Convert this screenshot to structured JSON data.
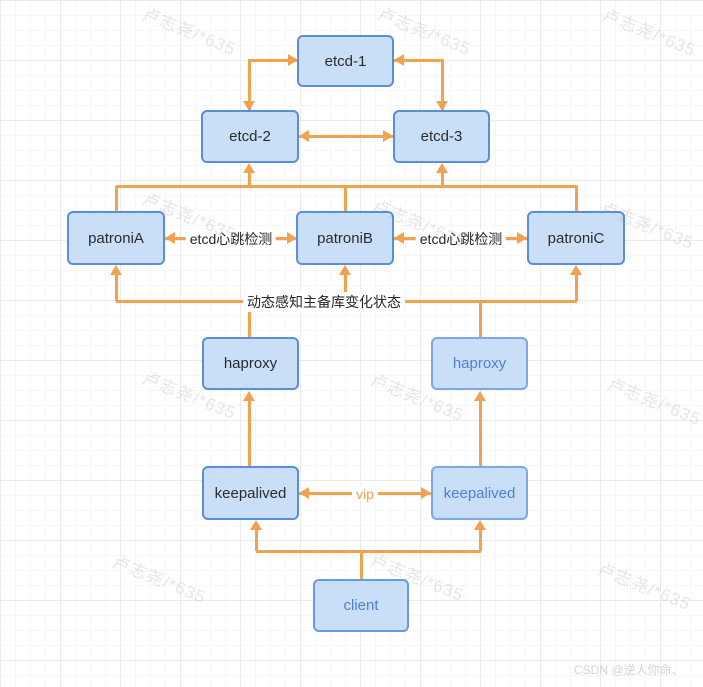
{
  "nodes": {
    "etcd1": "etcd-1",
    "etcd2": "etcd-2",
    "etcd3": "etcd-3",
    "patroniA": "patroniA",
    "patroniB": "patroniB",
    "patroniC": "patroniC",
    "haproxy_left": "haproxy",
    "haproxy_right": "haproxy",
    "keepalived_left": "keepalived",
    "keepalived_right": "keepalived",
    "client": "client"
  },
  "edge_labels": {
    "heartbeat_ab": "etcd心跳检测",
    "heartbeat_bc": "etcd心跳检测",
    "state_change": "动态感知主备库变化状态",
    "vip": "vip"
  },
  "watermark": {
    "text": "卢志尧/*635"
  },
  "credit": "CSDN @逆人你命、",
  "colors": {
    "node_fill": "#C9DFF7",
    "node_border": "#5B8ED6",
    "node_border_faded": "#7EA7E6",
    "node_text_dark": "#2B2B2B",
    "node_text_blue": "#4E80D1",
    "arrow": "#F0A24E",
    "grid_major": "#EBEBEB",
    "grid_minor": "#F6F6F6",
    "watermark": "#E4E4E4",
    "credit": "#D4D4D4"
  }
}
